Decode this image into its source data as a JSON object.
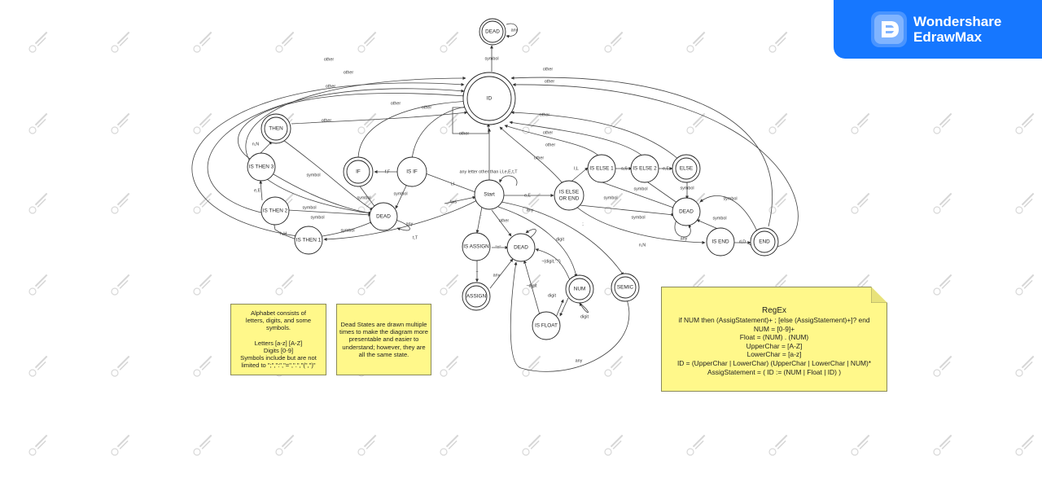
{
  "watermark": {
    "brand_line1": "Wondershare",
    "brand_line2": "EdrawMax"
  },
  "states": {
    "dead_top": "DEAD",
    "id": "ID",
    "then": "THEN",
    "if": "IF",
    "is_if": "IS IF",
    "start": "Start",
    "is_then_3": "IS THEN 3",
    "is_then_2": "IS THEN 2",
    "is_then_1": "IS THEN 1",
    "dead_left": "DEAD",
    "is_assign": "IS ASSIGN",
    "assign": "ASSIGN",
    "dead_mid": "DEAD",
    "num": "NUM",
    "is_float": "IS FLOAT",
    "semic": "SEMIC",
    "is_else_1": "IS ELSE 1",
    "is_else_2": "IS ELSE 2",
    "else": "ELSE",
    "is_else_or_end_1": "IS ELSE",
    "is_else_or_end_2": "OR END",
    "dead_right": "DEAD",
    "is_end": "IS END",
    "end": "END"
  },
  "edges": {
    "other": "other",
    "symbol": "symbol",
    "any": "any",
    "f_F": "f,F",
    "i_I": "i,I",
    "n_N": "n,N",
    "e_E": "e,E",
    "h_H": "h,H",
    "t_T": "t,T",
    "l_L": "l,L",
    "s_S": "s,S",
    "d_D": "d,D",
    "colon": ":",
    "equals": "\"=\"",
    "semicolon": ";",
    "digit": "digit",
    "not_digit_dot": "~(digit,\".\")",
    "dot": ".",
    "not_digit": "~digit",
    "letter_rule": "any letter other than i,I,e,E,t,T",
    "vws": "\\ws",
    "tilde": "~"
  },
  "notes": {
    "alphabet": [
      "Alphabet consists of",
      "letters, digits, and some",
      "symbols.",
      "",
      "Letters [a-z] [A-Z]",
      "Digits [0-9]",
      "Symbols include but are not",
      "limited to \";\",\":\",\"=\",\".\",\"(\",\")\""
    ],
    "dead_states": [
      "Dead States are drawn multiple",
      "times to make the diagram more",
      "presentable and easier to",
      "understand; however, they are",
      "all the same state."
    ]
  },
  "regex": {
    "title": "RegEx",
    "lines": [
      "if NUM then (AssigStatement)+ ; [else (AssigStatement)+]? end",
      "NUM = [0-9]+",
      "Float = (NUM) . (NUM)",
      "UpperChar = [A-Z]",
      "LowerChar = [a-z]",
      "ID = (UpperChar | LowerChar) (UpperChar | LowerChar | NUM)*",
      "AssigStatement = ( ID := (NUM | Float | ID) )"
    ]
  }
}
